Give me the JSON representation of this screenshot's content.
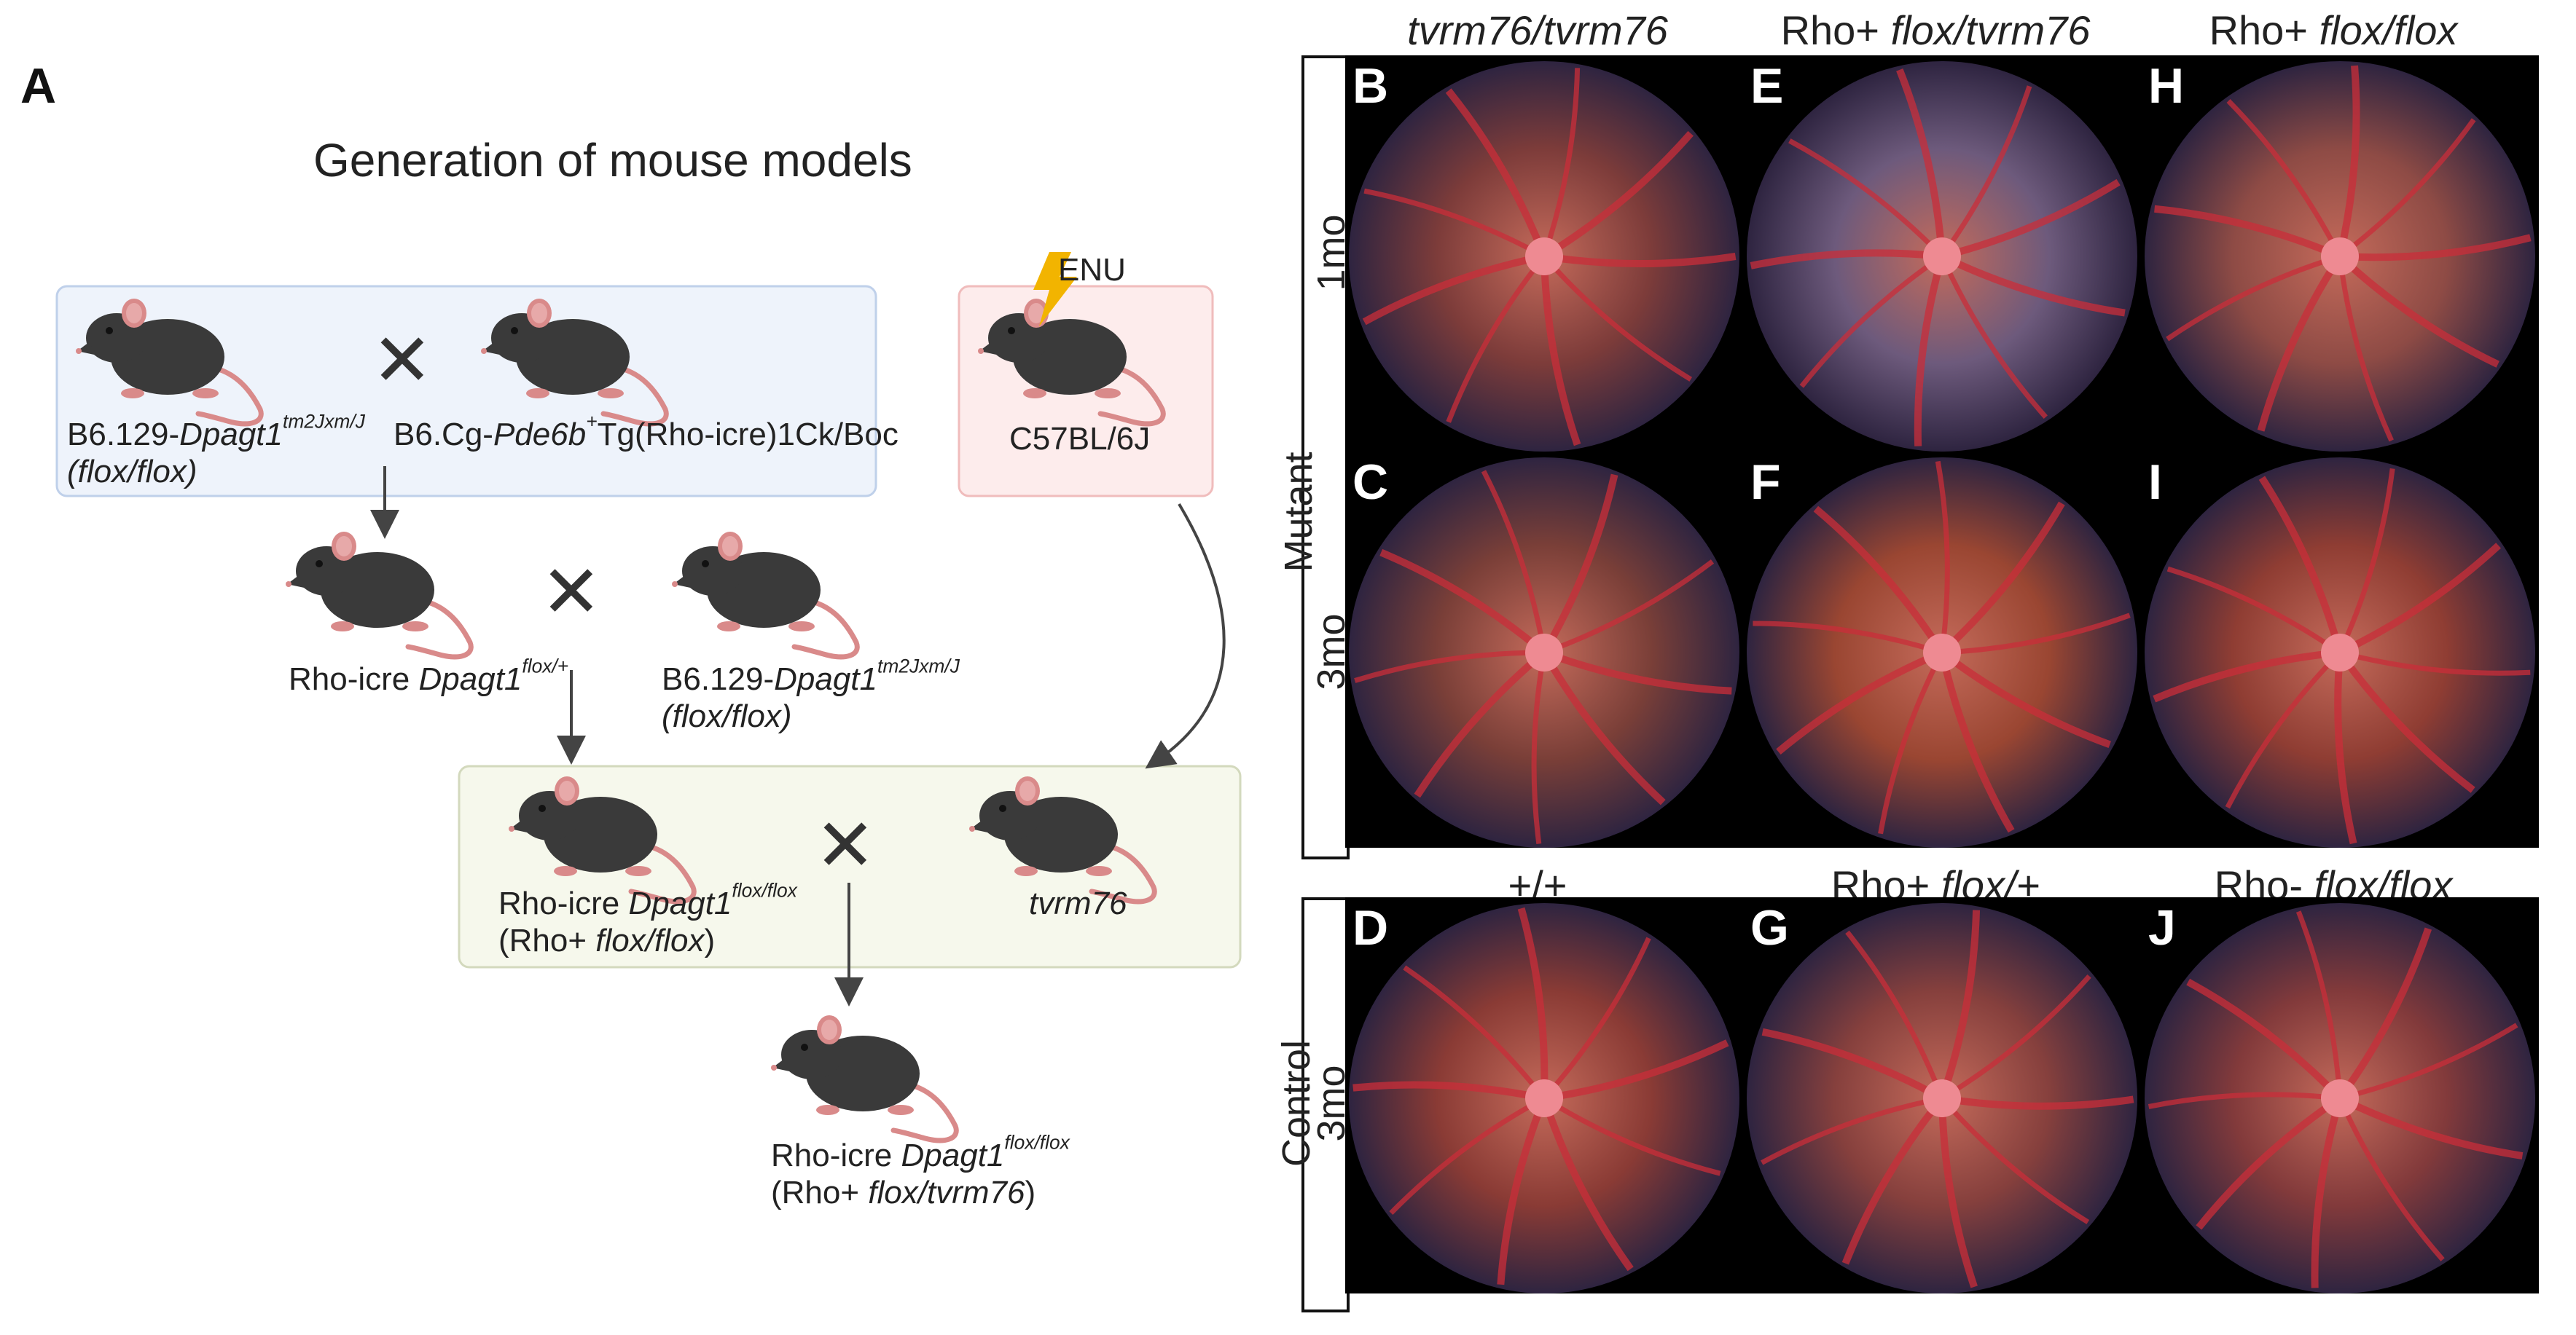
{
  "panelA": {
    "letter": "A",
    "title": "Generation of mouse models",
    "mouse1_line1_pre": "B6.129-",
    "mouse1_line1_gene": "Dpagt1",
    "mouse1_line1_sup": "tm2Jxm/J",
    "mouse1_line2": "(flox/flox)",
    "mouse2_pre": "B6.Cg-",
    "mouse2_gene": "Pde6b",
    "mouse2_sup": "+",
    "mouse2_post": "Tg(Rho-icre)1Ck/Boc",
    "enu_label": "ENU",
    "mouse3_label": "C57BL/6J",
    "mouse4_pre": "Rho-icre ",
    "mouse4_gene": "Dpagt1",
    "mouse4_sup": "flox/+",
    "mouse5_line1_pre": "B6.129-",
    "mouse5_line1_gene": "Dpagt1",
    "mouse5_line1_sup": "tm2Jxm/J",
    "mouse5_line2": "(flox/flox)",
    "mouse6_pre": "Rho-icre ",
    "mouse6_gene": "Dpagt1",
    "mouse6_sup": "flox/flox",
    "mouse6_line2_pre": "(Rho+ ",
    "mouse6_line2_it": "flox/flox",
    "mouse6_line2_post": ")",
    "mouse7_label": "tvrm76",
    "mouse8_pre": "Rho-icre ",
    "mouse8_gene": "Dpagt1",
    "mouse8_sup": "flox/flox",
    "mouse8_line2_pre": "(Rho+ ",
    "mouse8_line2_it": "flox/tvrm76",
    "mouse8_line2_post": ")",
    "cross_symbol": "✕",
    "colors": {
      "box_blue": "#eef3fb",
      "box_blue_border": "#bfd0ea",
      "box_pink": "#fdecec",
      "box_pink_border": "#f0bcbc",
      "box_green": "#f6f8ec",
      "box_green_border": "#d3d9bd",
      "mouse_body": "#3a3a3a",
      "mouse_tail": "#d98a8a",
      "lightning": "#f2b400"
    }
  },
  "fundus": {
    "col_headers": {
      "col1": "tvrm76/tvrm76",
      "col2_pre": "Rho+ ",
      "col2_it": "flox/tvrm76",
      "col3_pre": "Rho+ ",
      "col3_it": "flox/flox",
      "col1_ctrl": "+/+",
      "col2_ctrl_pre": "Rho+ ",
      "col2_ctrl_it": "flox/+",
      "col3_ctrl_pre": "Rho- ",
      "col3_ctrl_it": "flox/flox"
    },
    "group_labels": {
      "mutant": "Mutant",
      "control": "Control"
    },
    "row_labels": {
      "r1": "1mo",
      "r2": "3mo",
      "r3": "3mo"
    },
    "panel_letters": [
      "B",
      "E",
      "H",
      "C",
      "F",
      "I",
      "D",
      "G",
      "J"
    ],
    "colors": {
      "bg": "#000000",
      "letter": "#ffffff",
      "retina": "#8a3a33",
      "vessel": "#c92d3a"
    }
  }
}
